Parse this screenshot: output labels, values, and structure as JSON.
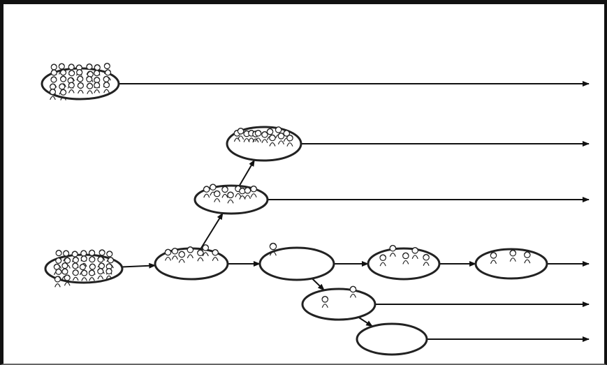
{
  "diagram": {
    "stroke_color": "#111111",
    "background": "#ffffff",
    "groups": [
      {
        "id": "g0",
        "people": 30,
        "density": "crowd"
      },
      {
        "id": "g1",
        "people": 30,
        "density": "crowd"
      },
      {
        "id": "g2",
        "people": 7,
        "density": "few"
      },
      {
        "id": "g3",
        "people": 9,
        "density": "few"
      },
      {
        "id": "g4",
        "people": 13,
        "density": "group"
      },
      {
        "id": "g5",
        "people": 1,
        "density": "single"
      },
      {
        "id": "g6",
        "people": 5,
        "density": "few"
      },
      {
        "id": "g7",
        "people": 3,
        "density": "few"
      },
      {
        "id": "g8",
        "people": 2,
        "density": "few"
      },
      {
        "id": "g9",
        "people": 0,
        "density": "empty"
      }
    ],
    "connections": [
      {
        "from": "g1",
        "to": "g2"
      },
      {
        "from": "g2",
        "to": "g3"
      },
      {
        "from": "g2",
        "to": "g5"
      },
      {
        "from": "g3",
        "to": "g4"
      },
      {
        "from": "g5",
        "to": "g6"
      },
      {
        "from": "g6",
        "to": "g7"
      },
      {
        "from": "g5",
        "to": "g8"
      },
      {
        "from": "g8",
        "to": "g9"
      }
    ],
    "timelines": [
      "g0",
      "g4",
      "g3",
      "g7",
      "g8",
      "g9"
    ]
  }
}
